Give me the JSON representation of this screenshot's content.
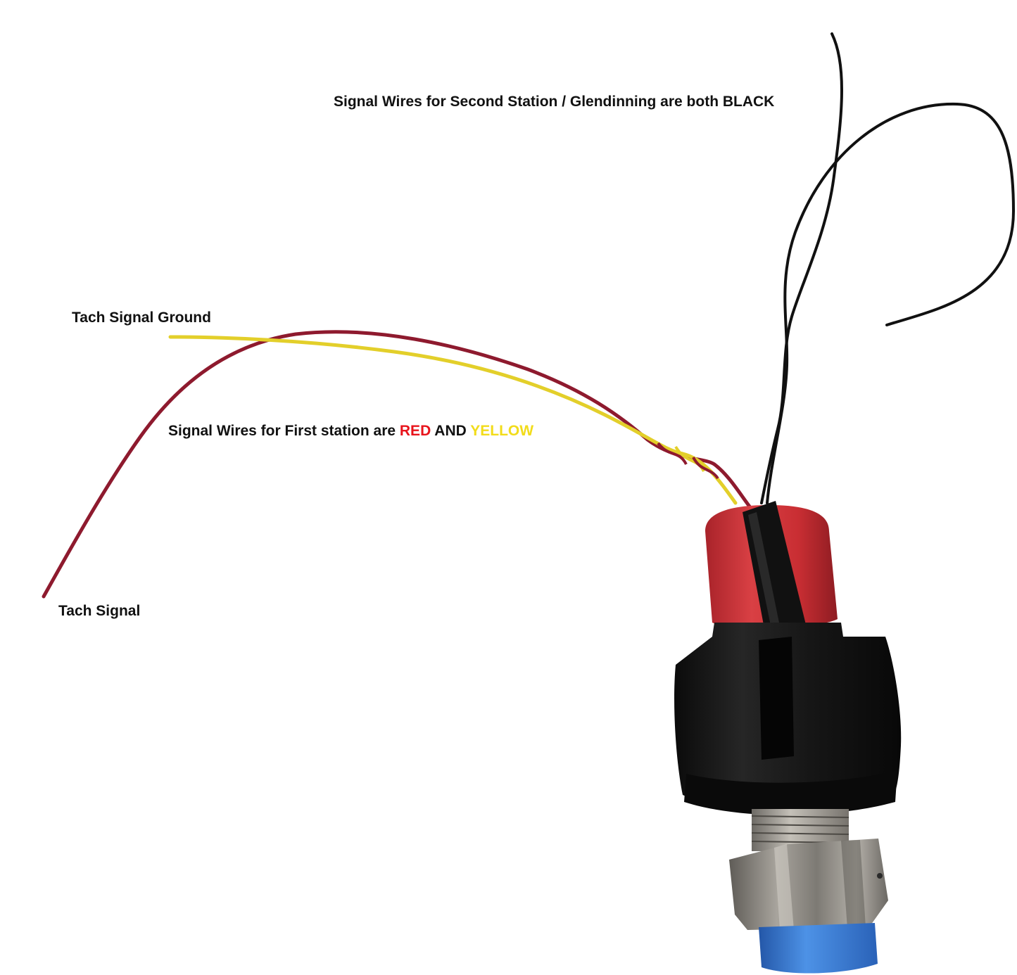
{
  "labels": {
    "second_station": "Signal Wires for Second Station / Glendinning are both BLACK",
    "tach_signal_ground": "Tach Signal Ground",
    "first_station_prefix": "Signal Wires for First station are ",
    "first_station_red": "RED",
    "first_station_and": " AND ",
    "first_station_yellow": "YELLOW",
    "tach_signal": "Tach Signal"
  },
  "colors": {
    "text": "#111111",
    "red_wire": "#8e1a2e",
    "yellow_wire": "#e3cf2a",
    "black_wire": "#111111",
    "red_cap": "#d9353a",
    "housing": "#161616",
    "steel": "#8f8c86",
    "blue_cap": "#3a7fd6",
    "label_red": "#e8141c",
    "label_yellow": "#f2dc1a"
  }
}
